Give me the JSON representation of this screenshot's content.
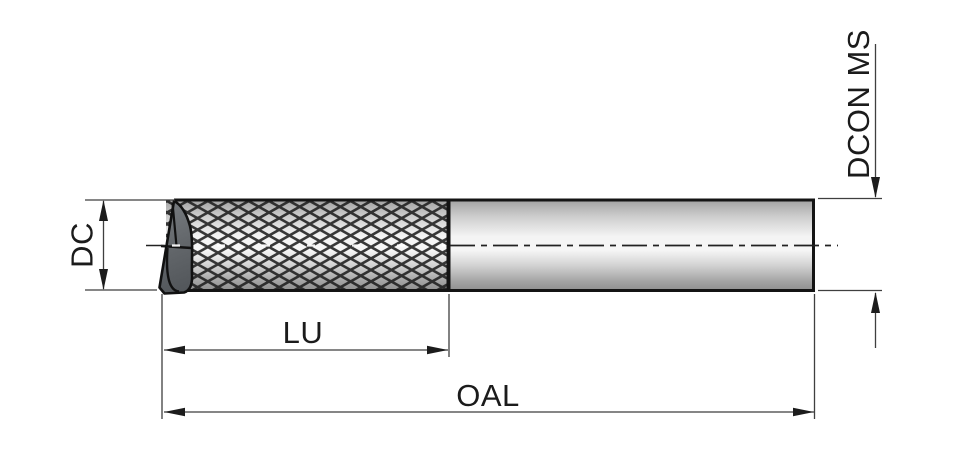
{
  "drawing": {
    "description": "technical dimension drawing of knurled cutting tool with cylindrical shank",
    "dimension_labels": {
      "diameter": "DC",
      "usable_length": "LU",
      "overall_length": "OAL",
      "shank_connection": "DCON MS"
    },
    "colors": {
      "background": "#ffffff",
      "tool_outline": "#141414",
      "dimension_lines": "#3f3f3f",
      "label_text": "#1b1b1b",
      "metal_highlight": "#f6f6f6",
      "metal_shadow": "#909090",
      "knurl_hatch": "#1e1e1e",
      "tip_fill": "#5e6266"
    }
  }
}
